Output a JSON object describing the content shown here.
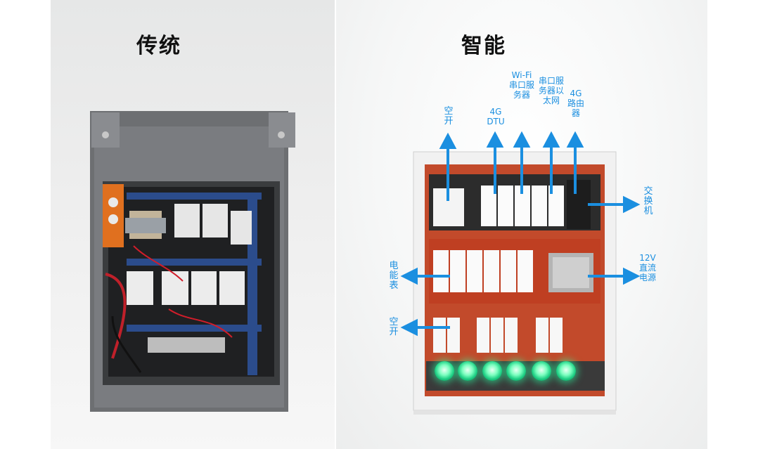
{
  "titles": {
    "traditional": "传统",
    "smart": "智能"
  },
  "labels": {
    "kongkai_top": "空开",
    "dtu_4g": "4G DTU",
    "wifi_serial": "Wi-Fi 串口服务器",
    "serial_ethernet": "串口服务器以太网",
    "router_4g": "4G 路由器",
    "switch": "交换机",
    "meter": "电能表",
    "dc_power": "12V 直流电源",
    "kongkai_bottom": "空开"
  },
  "colors": {
    "callout": "#1b8fe0",
    "lamp": "#2ee89a"
  }
}
